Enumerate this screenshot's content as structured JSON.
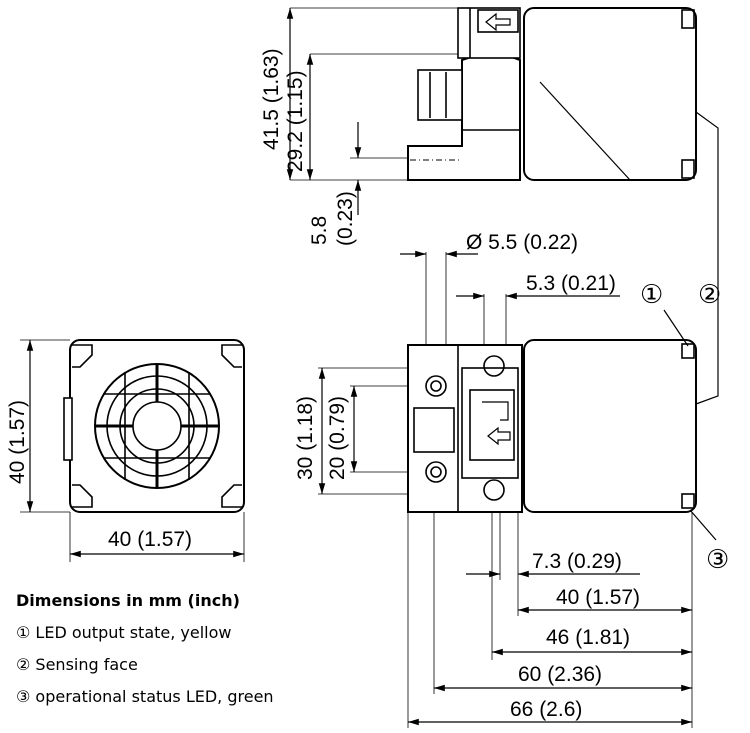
{
  "diagram": {
    "dims": {
      "h415": "41.5 (1.63)",
      "h292": "29.2 (1.15)",
      "h58a": "5.8",
      "h58b": "(0.23)",
      "d55": "Ø 5.5 (0.22)",
      "w53": "5.3 (0.21)",
      "left40v": "40 (1.57)",
      "left40h": "40 (1.57)",
      "v30": "30 (1.18)",
      "v20": "20 (0.79)",
      "w73": "7.3 (0.29)",
      "b40": "40 (1.57)",
      "b46": "46 (1.81)",
      "b60": "60 (2.36)",
      "b66": "66 (2.6)"
    },
    "callouts": {
      "c1": "①",
      "c2": "②",
      "c3": "③"
    },
    "legend": {
      "title": "Dimensions in mm (inch)",
      "items": [
        "① LED output state, yellow",
        "② Sensing face",
        "③ operational status LED, green"
      ]
    }
  }
}
